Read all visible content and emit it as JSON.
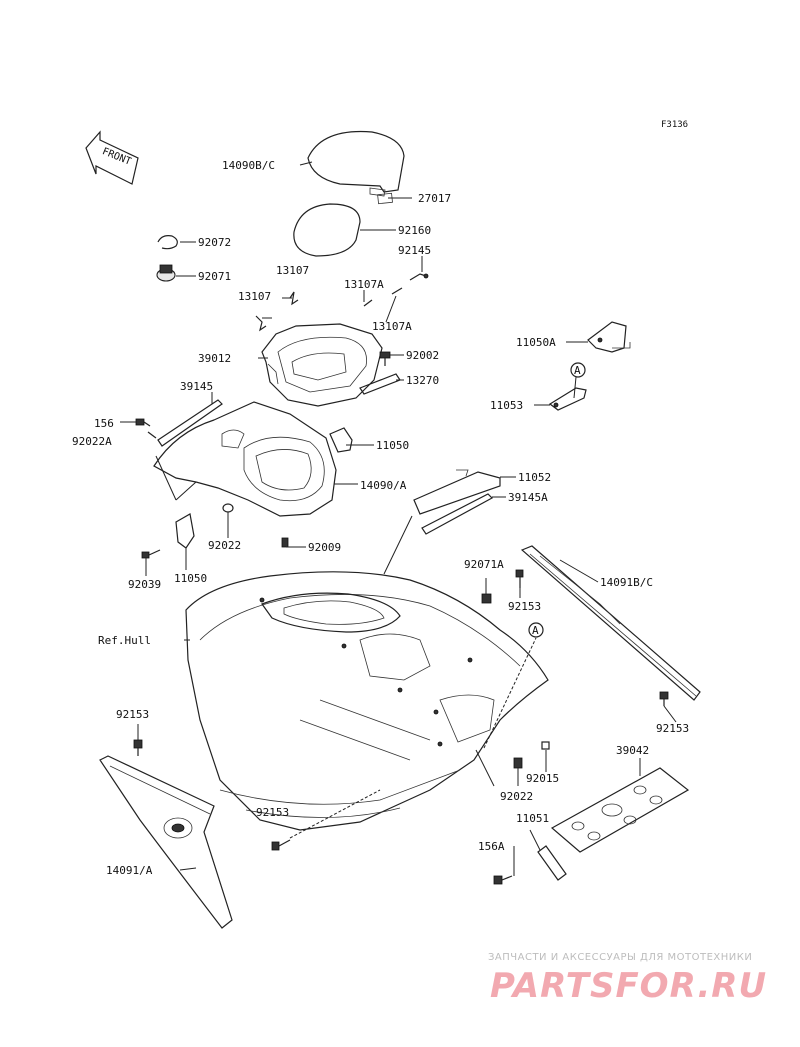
{
  "diagram": {
    "code": "F3136",
    "front_marker": "FRONT",
    "callouts": [
      "A",
      "A"
    ],
    "labels": {
      "14090B_C": "14090B/C",
      "27017": "27017",
      "92160": "92160",
      "92145": "92145",
      "92072": "92072",
      "92071": "92071",
      "13107_a": "13107",
      "13107_b": "13107",
      "13107A_a": "13107A",
      "13107A_b": "13107A",
      "39012": "39012",
      "92002": "92002",
      "13270": "13270",
      "11050A": "11050A",
      "11053": "11053",
      "39145": "39145",
      "156": "156",
      "92022A": "92022A",
      "11050_a": "11050",
      "14090_A": "14090/A",
      "11052": "11052",
      "39145A": "39145A",
      "92022_a": "92022",
      "92009": "92009",
      "92039": "92039",
      "11050_b": "11050",
      "92071A": "92071A",
      "92153_a": "92153",
      "14091B_C": "14091B/C",
      "ref_hull": "Ref.Hull",
      "92153_b": "92153",
      "92153_c": "92153",
      "39042": "39042",
      "92015": "92015",
      "92022_b": "92022",
      "92153_d": "92153",
      "11051": "11051",
      "156A": "156A",
      "14091_A": "14091/A"
    }
  },
  "watermark": {
    "tagline": "ЗАПЧАСТИ И АКСЕССУАРЫ ДЛЯ МОТОТЕХНИКИ",
    "logo": "PARTSFOR.RU"
  }
}
